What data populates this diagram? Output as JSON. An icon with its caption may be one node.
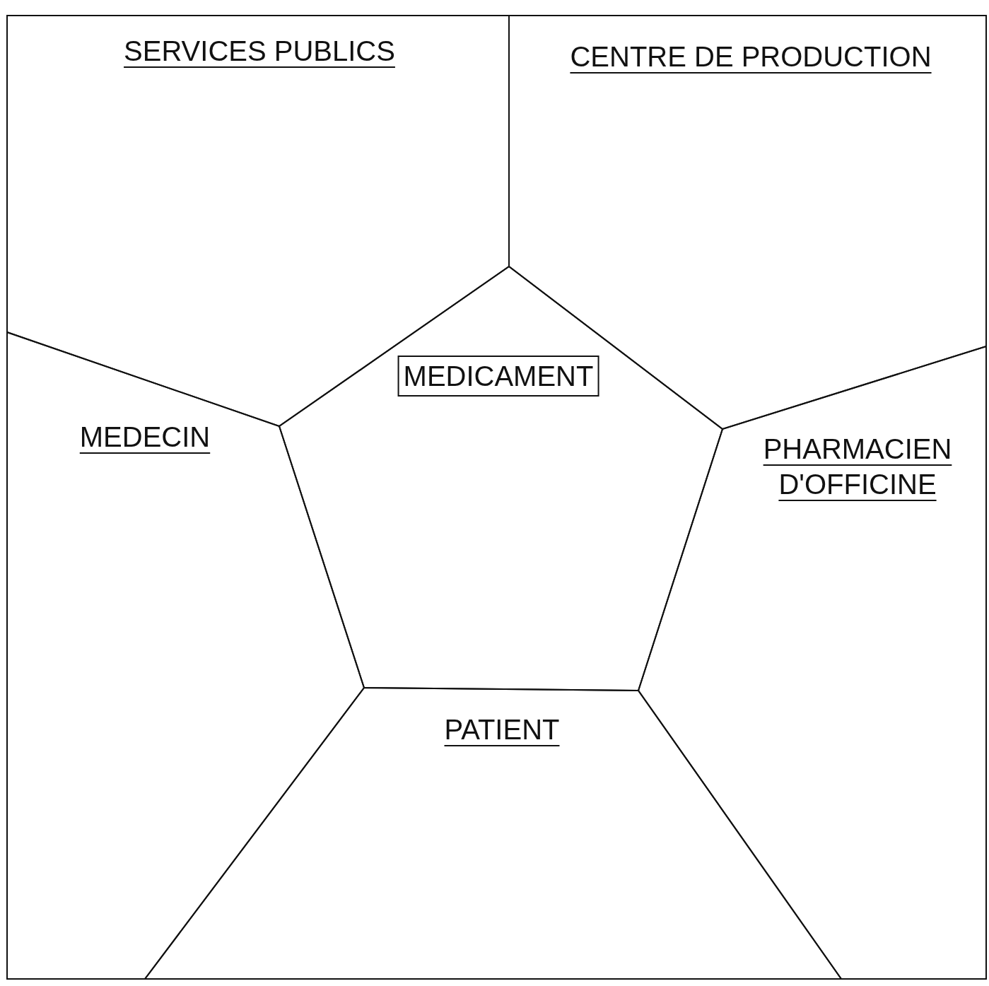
{
  "diagram": {
    "nodes": [
      {
        "text": [
          "SERVICES PUBLICS"
        ]
      },
      {
        "text": [
          "CENTRE DE PRODUCTION"
        ]
      },
      {
        "text": [
          "MEDICAMENT"
        ]
      },
      {
        "text": [
          "MEDECIN"
        ]
      },
      {
        "text": [
          "PHARMACIEN D'OFFICINE"
        ]
      },
      {
        "text": [
          "PATIENT"
        ]
      }
    ]
  }
}
